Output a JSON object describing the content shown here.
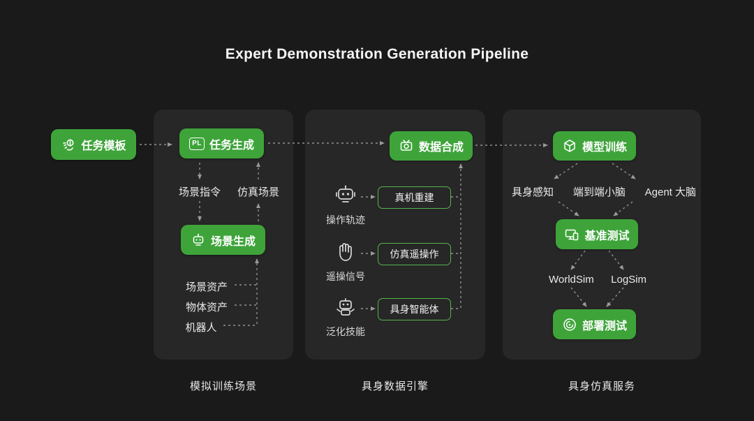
{
  "title": "Expert Demonstration Generation Pipeline",
  "colors": {
    "accent-green": "#3EA43A",
    "green-border": "#55B44E",
    "background": "#1A1A1A",
    "panel": "#272727",
    "text": "#E9E9E9",
    "arrow": "#909090"
  },
  "source_node": {
    "label": "任务模板"
  },
  "panel_sim": {
    "caption": "模拟训练场景",
    "task_gen_label": "任务生成",
    "pl_badge": "PL",
    "scene_instruction": "场景指令",
    "sim_scene": "仿真场景",
    "scene_gen_label": "场景生成",
    "assets": [
      {
        "label": "场景资产"
      },
      {
        "label": "物体资产"
      },
      {
        "label": "机器人"
      }
    ]
  },
  "panel_data": {
    "caption": "具身数据引擎",
    "data_synth_label": "数据合成",
    "rows": [
      {
        "source": "操作轨迹",
        "target": "真机重建"
      },
      {
        "source": "遥操信号",
        "target": "仿真遥操作"
      },
      {
        "source": "泛化技能",
        "target": "具身智能体"
      }
    ]
  },
  "panel_service": {
    "caption": "具身仿真服务",
    "model_train_label": "模型训练",
    "brains": [
      {
        "label": "具身感知"
      },
      {
        "label": "端到端小脑"
      },
      {
        "label": "Agent 大脑"
      }
    ],
    "benchmark_label": "基准测试",
    "sims": [
      {
        "label": "WorldSim"
      },
      {
        "label": "LogSim"
      }
    ],
    "deploy_label": "部署测试"
  }
}
